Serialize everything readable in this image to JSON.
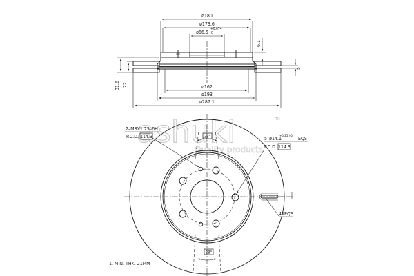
{
  "drawing": {
    "title": "Brake disc technical drawing",
    "side_view": {
      "dimensions": {
        "outer_hat_diameter": "ø180",
        "hat_inner_diameter": "ø173.6",
        "center_bore": "ø66.5",
        "center_bore_tol_upper": "+0.074",
        "center_bore_tol_lower": "0",
        "hat_depth": "6.1",
        "vent_gap": "5",
        "total_height": "31.6",
        "disc_thickness": "22",
        "inner_vent_diameter": "ø162",
        "friction_inner_diameter": "ø193",
        "outer_diameter": "ø287.1"
      }
    },
    "front_view": {
      "thread_holes_label": "2–M8X1.25–6H",
      "thread_pcd_label": "P.C.D.",
      "thread_pcd_value": "114.3",
      "bolt_holes_label": "5–ø14.1",
      "bolt_holes_tol": "+0.25 / 0",
      "bolt_holes_suffix": "EQS",
      "bolt_pcd_label": "P.C.D.",
      "bolt_pcd_value": "114.3",
      "angle_top": "28°",
      "angle_bottom": "28°",
      "vanes_label": "41EQS",
      "note": "1. MIN. THK. 21MM"
    },
    "watermark": {
      "brand": "ashuki",
      "tagline": "Quality products",
      "trademark": "TM"
    }
  }
}
